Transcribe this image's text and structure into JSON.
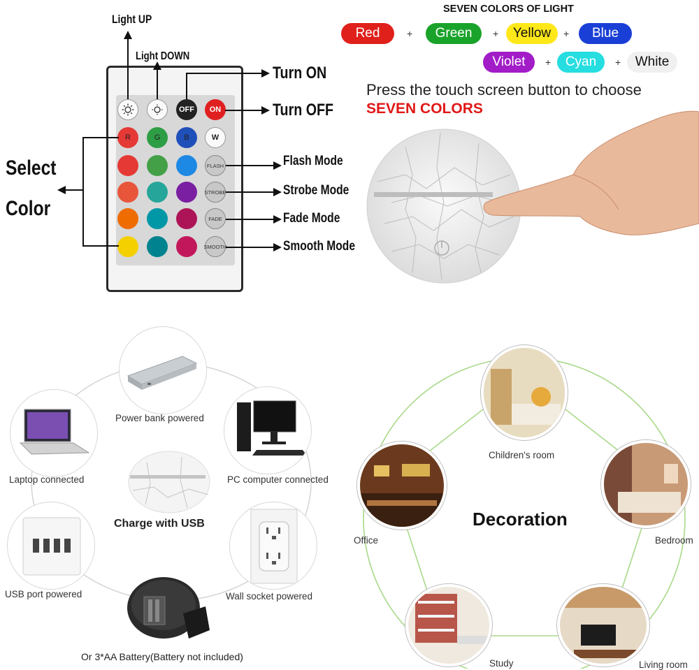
{
  "remote": {
    "light_up": "Light UP",
    "light_down": "Light DOWN",
    "turn_on": "Turn ON",
    "turn_off": "Turn OFF",
    "select_color_line1": "Select",
    "select_color_line2": "Color",
    "buttons": {
      "off": "OFF",
      "on": "ON",
      "r": "R",
      "g": "G",
      "b": "B",
      "w": "W",
      "flash": "FLASH",
      "strobe": "STROBE",
      "fade": "FADE",
      "smooth": "SMOOTH"
    },
    "modes": [
      "Flash Mode",
      "Strobe Mode",
      "Fade Mode",
      "Smooth Mode"
    ],
    "color_grid": [
      "#e53935",
      "#43a047",
      "#1e88e5",
      "#e8553a",
      "#26a69a",
      "#7b1fa2",
      "#ef6c00",
      "#0097a7",
      "#ad1457",
      "#f4d000",
      "#00838f",
      "#c2185b"
    ]
  },
  "colors": {
    "heading": "SEVEN COLORS OF LIGHT",
    "plus": "+",
    "pills": [
      {
        "label": "Red",
        "bg": "#e0201b",
        "fg": "#ffffff"
      },
      {
        "label": "Green",
        "bg": "#1aa32a",
        "fg": "#ffffff"
      },
      {
        "label": "Yellow",
        "bg": "#ffe81a",
        "fg": "#111111"
      },
      {
        "label": "Blue",
        "bg": "#1a3fd6",
        "fg": "#ffffff"
      },
      {
        "label": "Violet",
        "bg": "#a21cc8",
        "fg": "#ffffff"
      },
      {
        "label": "Cyan",
        "bg": "#26dde0",
        "fg": "#ffffff"
      },
      {
        "label": "White",
        "bg": "#f0f0f0",
        "fg": "#111111"
      }
    ],
    "instruction": "Press the touch screen button to choose",
    "highlight": "SEVEN COLORS"
  },
  "power": {
    "power_bank": "Power bank powered",
    "laptop": "Laptop connected",
    "pc": "PC computer connected",
    "center": "Charge with USB",
    "usb_port": "USB port powered",
    "wall_socket": "Wall socket powered",
    "battery": "Or 3*AA Battery(Battery not included)"
  },
  "decoration": {
    "title": "Decoration",
    "children": "Children's room",
    "office": "Office",
    "bedroom": "Bedroom",
    "study": "Study",
    "living": "Living room"
  }
}
